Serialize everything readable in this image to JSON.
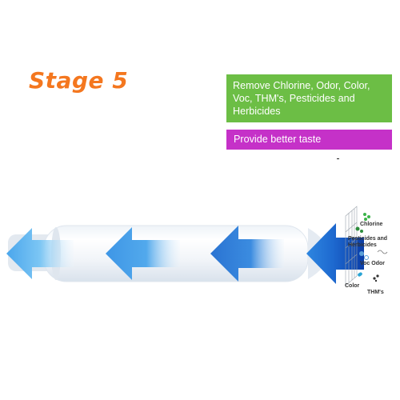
{
  "stage": {
    "title": "Stage 5"
  },
  "benefits": {
    "removal": "Remove Chlorine, Odor, Color, Voc, THM's, Pesticides and Herbicides",
    "taste": "Provide better taste"
  },
  "contaminants": {
    "chlorine": "Chlorine",
    "pesticides": "Pesticides and Herbicides",
    "voc_odor": "Voc Odor",
    "color": "Color",
    "thms": "THM's"
  },
  "colors": {
    "title_orange": "#f4771f",
    "green_box": "#6cbe45",
    "purple_box": "#c531c8",
    "arrow_dark": "#1e54b8",
    "arrow_light": "#5fb6f0"
  }
}
